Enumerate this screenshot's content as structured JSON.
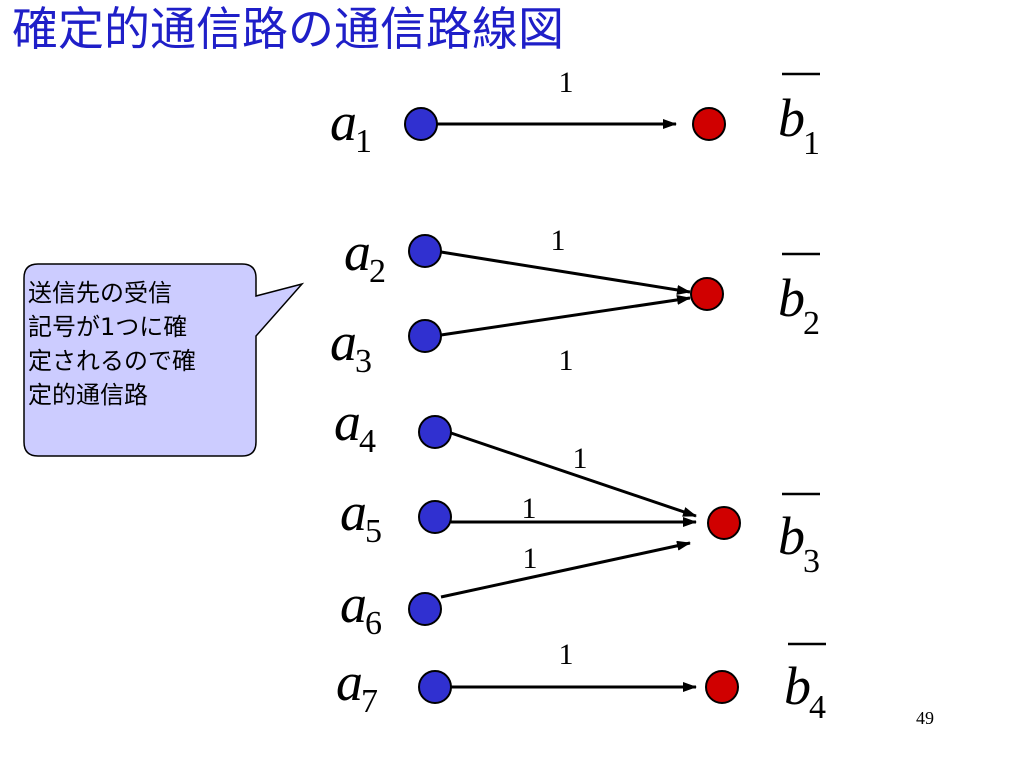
{
  "title": "確定的通信路の通信路線図",
  "inputs": [
    {
      "base": "a",
      "index": "1"
    },
    {
      "base": "a",
      "index": "2"
    },
    {
      "base": "a",
      "index": "3"
    },
    {
      "base": "a",
      "index": "4"
    },
    {
      "base": "a",
      "index": "5"
    },
    {
      "base": "a",
      "index": "6"
    },
    {
      "base": "a",
      "index": "7"
    }
  ],
  "outputs": [
    {
      "base": "b",
      "index": "1"
    },
    {
      "base": "b",
      "index": "2"
    },
    {
      "base": "b",
      "index": "3"
    },
    {
      "base": "b",
      "index": "4"
    }
  ],
  "edges": [
    {
      "from": "a1",
      "to": "b1",
      "label": "1"
    },
    {
      "from": "a2",
      "to": "b2",
      "label": "1"
    },
    {
      "from": "a3",
      "to": "b2",
      "label": "1"
    },
    {
      "from": "a4",
      "to": "b3",
      "label": "1"
    },
    {
      "from": "a5",
      "to": "b3",
      "label": "1"
    },
    {
      "from": "a6",
      "to": "b3",
      "label": "1"
    },
    {
      "from": "a7",
      "to": "b4",
      "label": "1"
    }
  ],
  "callout": {
    "lines": [
      "送信先の受信",
      "記号が1つに確",
      "定されるので確",
      "定的通信路"
    ]
  },
  "colors": {
    "title": "#1f1fc8",
    "input_node": "#3030d0",
    "output_node": "#d00000",
    "callout_fill": "#ccccff"
  },
  "page_number": "49"
}
